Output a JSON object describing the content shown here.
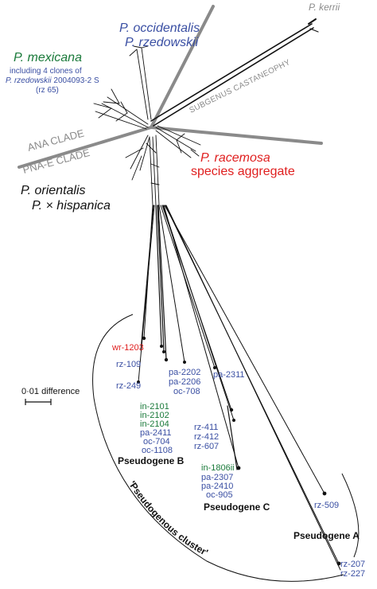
{
  "colors": {
    "blue": "#3a4fa3",
    "green": "#1a7a3a",
    "red": "#e02020",
    "black": "#111111",
    "grey": "#8a8a8a"
  },
  "taxa": {
    "kerrii": "P. kerrii",
    "occidentalis": "P. occidentalis",
    "rzedowskii": "P. rzedowskii",
    "mexicana": "P. mexicana",
    "mexicana_note_1": "including 4 clones of",
    "mexicana_note_2_italic": "P. rzedowskii",
    "mexicana_note_2_rest": " 2004093-2 S",
    "mexicana_note_3": "(rz 65)",
    "racemosa": "P. racemosa",
    "racemosa_2": "species aggregate",
    "orientalis": "P. orientalis",
    "hispanica": "P. × hispanica"
  },
  "clades": {
    "subgenus": "SUBGENUS CASTANEOPHYLLUM",
    "ana": "ANA CLADE",
    "pna": "PNA-E CLADE"
  },
  "scale": {
    "label": "0·01 difference"
  },
  "leaves": {
    "wr1203": "wr-1203",
    "rz109": "rz-109",
    "rz249": "rz-249",
    "pa2202": "pa-2202",
    "pa2206": "pa-2206",
    "oc708": "oc-708",
    "pa2311": "pa-2311",
    "in2101": "in-2101",
    "in2102": "in-2102",
    "in2104": "in-2104",
    "pa2411": "pa-2411",
    "oc704": "oc-704",
    "oc1108": "oc-1108",
    "rz411": "rz-411",
    "rz412": "rz-412",
    "rz607": "rz-607",
    "in1806": "in-1806ii",
    "pa2307": "pa-2307",
    "pa2410": "pa-2410",
    "oc905": "oc-905",
    "rz509": "rz-509",
    "rz207": "rz-207",
    "rz227": "rz-227"
  },
  "groups": {
    "pseudoB": "Pseudogene B",
    "pseudoC": "Pseudogene C",
    "pseudoA": "Pseudogene A",
    "cluster": "'Pseudogenous cluster'"
  }
}
